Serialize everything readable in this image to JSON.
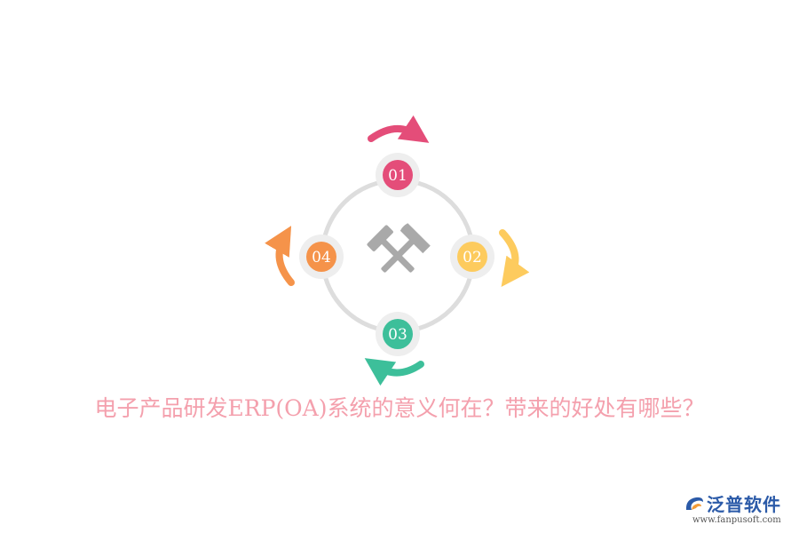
{
  "nodes": [
    {
      "label": "01",
      "color": "#e44d79"
    },
    {
      "label": "02",
      "color": "#fdcb5e"
    },
    {
      "label": "03",
      "color": "#3dbf9a"
    },
    {
      "label": "04",
      "color": "#f5934a"
    }
  ],
  "center_icon": "crossed-hammers-icon",
  "ring_color": "#dddddd",
  "title": "电子产品研发ERP(OA)系统的意义何在？带来的好处有哪些？",
  "title_color": "#f4a0ad",
  "logo": {
    "name": "泛普软件",
    "url": "www.fanpusoft.com",
    "color": "#2b5aa8"
  }
}
